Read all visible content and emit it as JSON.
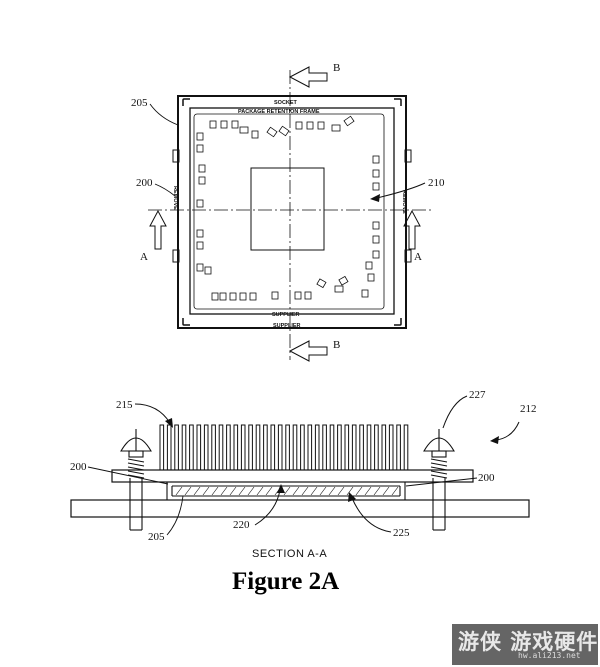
{
  "top_view": {
    "socket_top": "SOCKET",
    "frame_label": "PACKAGE RETENTION FRAME",
    "supplier_inner": "SUPPLIER",
    "supplier_outer": "SUPPLIER",
    "remove_left": "REMOVE",
    "remove_right": "REMOVE",
    "section_b_top": "B",
    "section_b_bottom": "B",
    "section_a_left": "A",
    "section_a_right": "A",
    "ref_205": "205",
    "ref_200": "200",
    "ref_210": "210"
  },
  "section_view": {
    "ref_215": "215",
    "ref_227": "227",
    "ref_212": "212",
    "ref_200_left": "200",
    "ref_200_right": "200",
    "ref_205": "205",
    "ref_220": "220",
    "ref_225": "225",
    "caption": "SECTION A-A"
  },
  "figure_title": "Figure 2A",
  "watermark": {
    "main": "游侠 游戏硬件",
    "sub": "hw.ali213.net"
  }
}
